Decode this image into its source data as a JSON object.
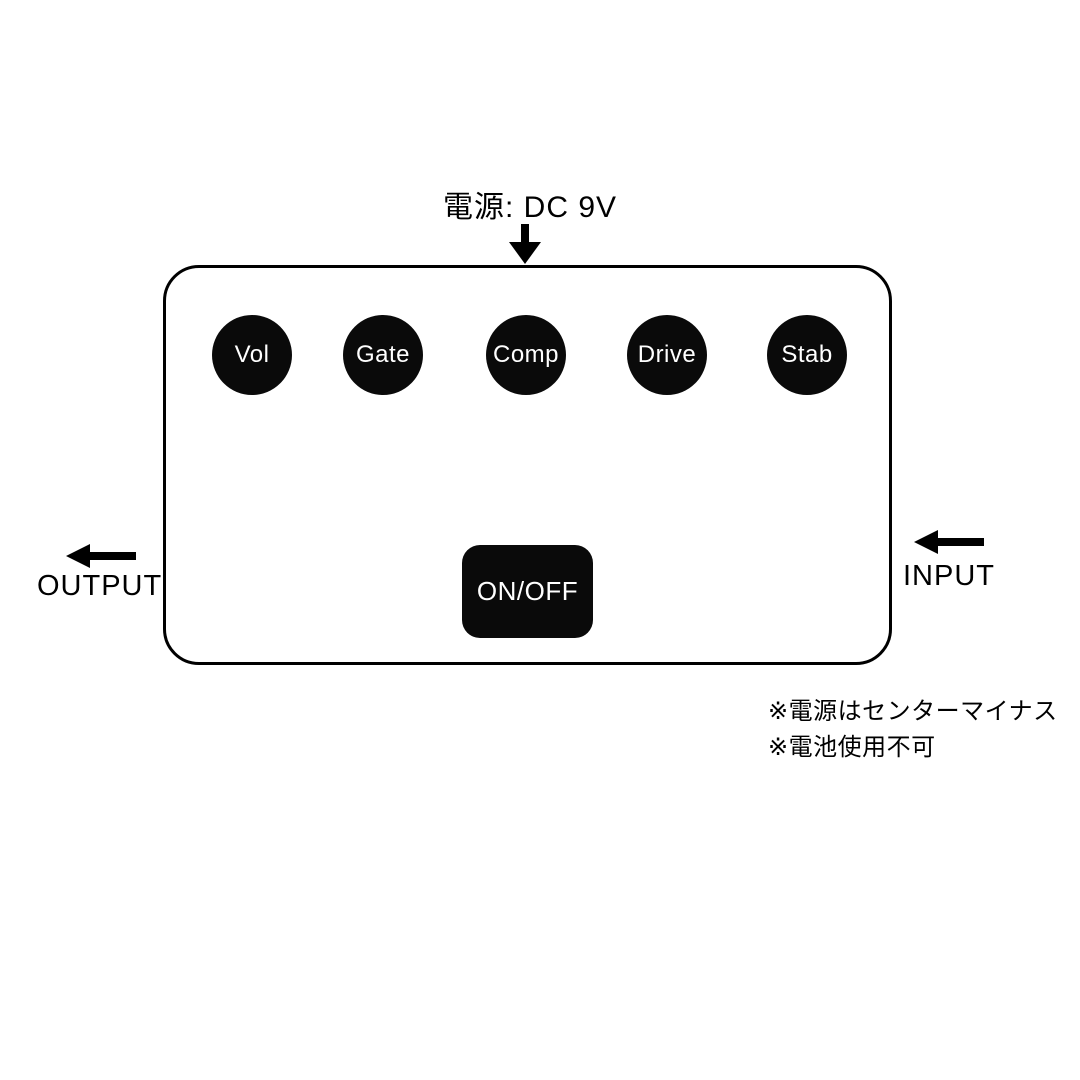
{
  "diagram": {
    "power_label": "電源: DC 9V",
    "knobs": [
      {
        "label": "Vol"
      },
      {
        "label": "Gate"
      },
      {
        "label": "Comp"
      },
      {
        "label": "Drive"
      },
      {
        "label": "Stab"
      }
    ],
    "footswitch_label": "ON/OFF",
    "output_label": "OUTPUT",
    "input_label": "INPUT",
    "notes": [
      "※電源はセンターマイナス",
      "※電池使用不可"
    ],
    "colors": {
      "ink": "#000000",
      "background": "#ffffff",
      "knob_fill": "#0a0a0a",
      "knob_text": "#ffffff"
    }
  }
}
